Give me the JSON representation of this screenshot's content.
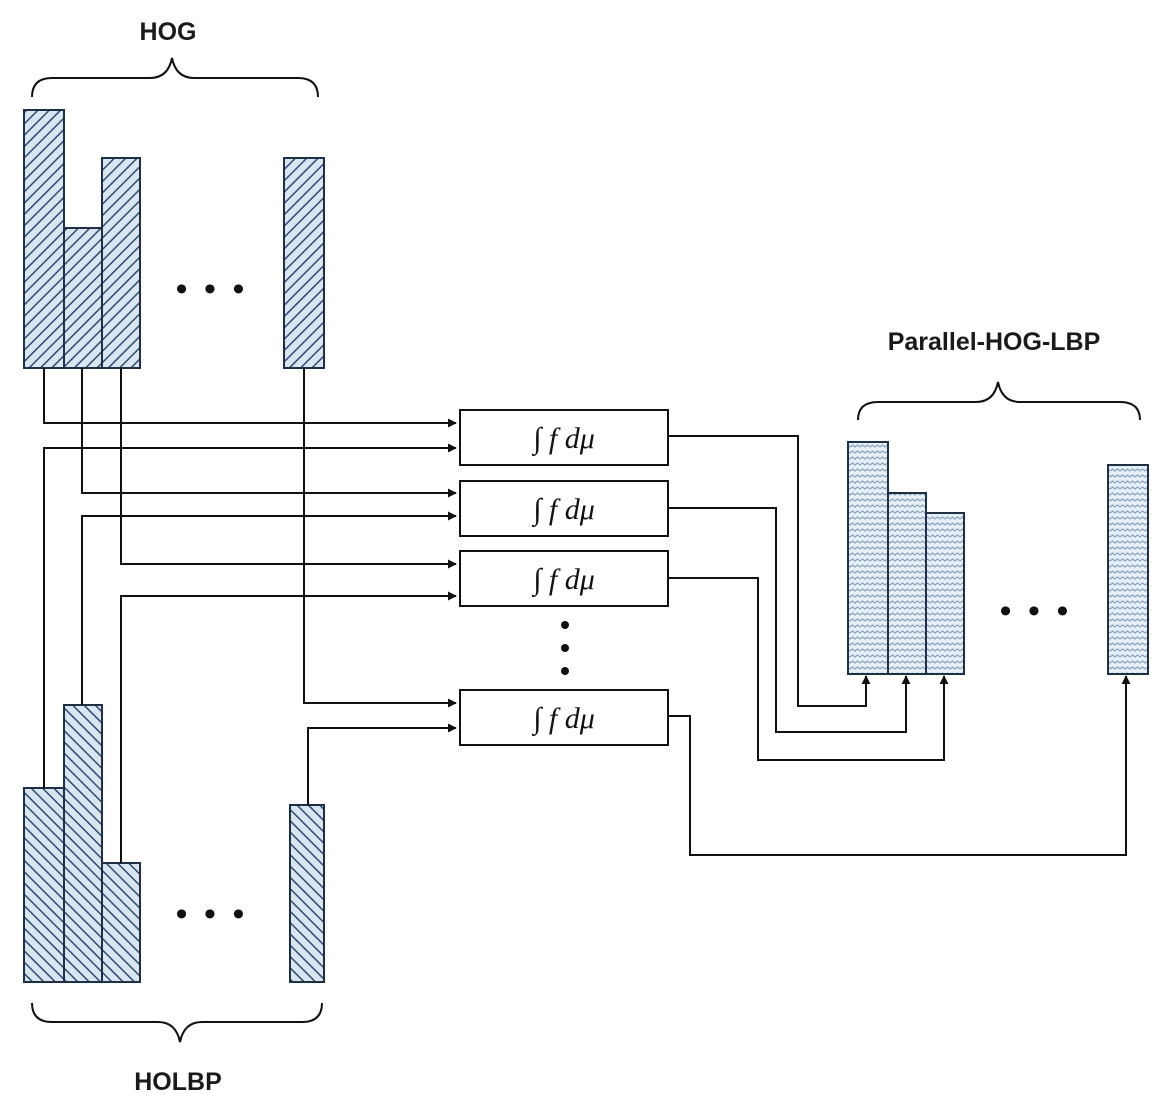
{
  "labels": {
    "hog": "HOG",
    "holbp": "HOLBP",
    "parallel": "Parallel-HOG-LBP"
  },
  "ellipsis": "• • •",
  "vertical_ellipsis": "⋮",
  "fusion_formula": "∫ f dμ",
  "fusion_box_count": 4,
  "colors": {
    "hog_fill": "#d9e6f2",
    "hog_hatch": "#2f4a6e",
    "parallel_fill": "#e6eef6",
    "parallel_wave": "#8aa3bd",
    "line": "#111111"
  }
}
